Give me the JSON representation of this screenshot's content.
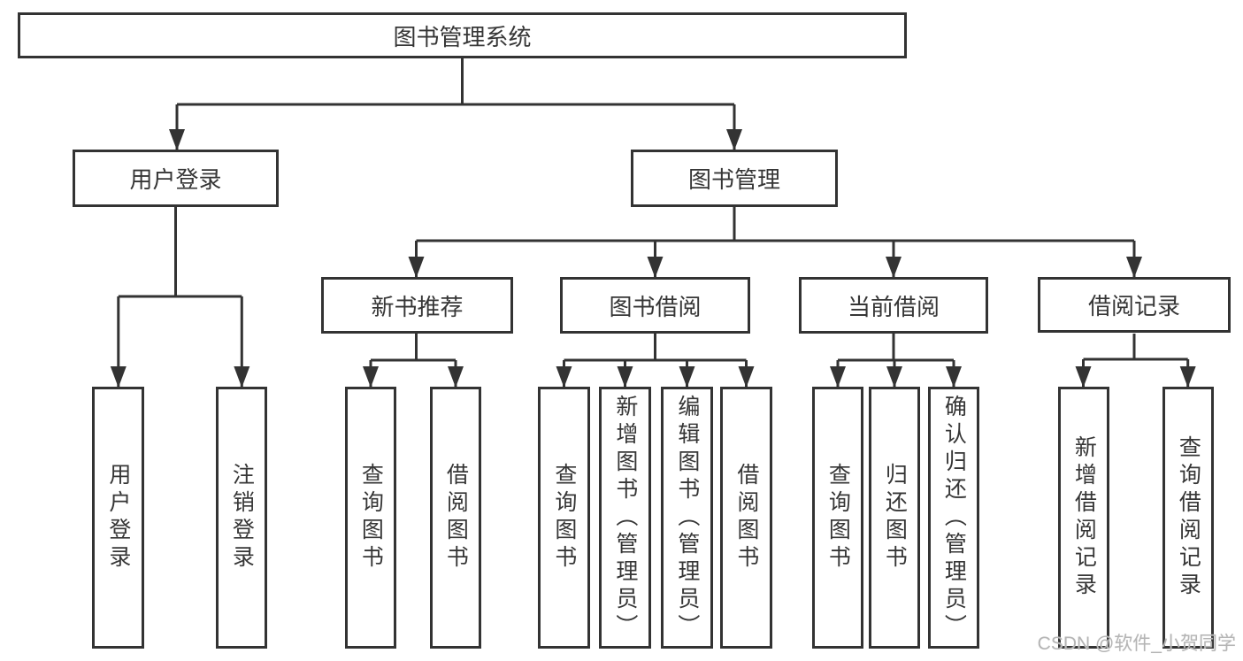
{
  "page": {
    "background": "#ffffff",
    "line_color": "#333333",
    "box_border_color": "#333333",
    "box_fill": "#ffffff",
    "text_color": "#363636"
  },
  "diagram": {
    "type": "hierarchy-tree",
    "tree": {
      "label": "图书管理系统",
      "children": [
        {
          "label": "用户登录",
          "children": [
            {
              "label": "用户登录"
            },
            {
              "label": "注销登录"
            }
          ]
        },
        {
          "label": "图书管理",
          "children": [
            {
              "label": "新书推荐",
              "children": [
                {
                  "label": "查询图书"
                },
                {
                  "label": "借阅图书"
                }
              ]
            },
            {
              "label": "图书借阅",
              "children": [
                {
                  "label": "查询图书"
                },
                {
                  "label": "新增图书（管理员）"
                },
                {
                  "label": "编辑图书（管理员）"
                },
                {
                  "label": "借阅图书"
                }
              ]
            },
            {
              "label": "当前借阅",
              "children": [
                {
                  "label": "查询图书"
                },
                {
                  "label": "归还图书"
                },
                {
                  "label": "确认归还（管理员）"
                }
              ]
            },
            {
              "label": "借阅记录",
              "children": [
                {
                  "label": "新增借阅记录"
                },
                {
                  "label": "查询借阅记录"
                }
              ]
            }
          ]
        }
      ]
    }
  },
  "watermark": {
    "text": "CSDN @软件_小贺同学",
    "color": "#b5b5b5"
  }
}
